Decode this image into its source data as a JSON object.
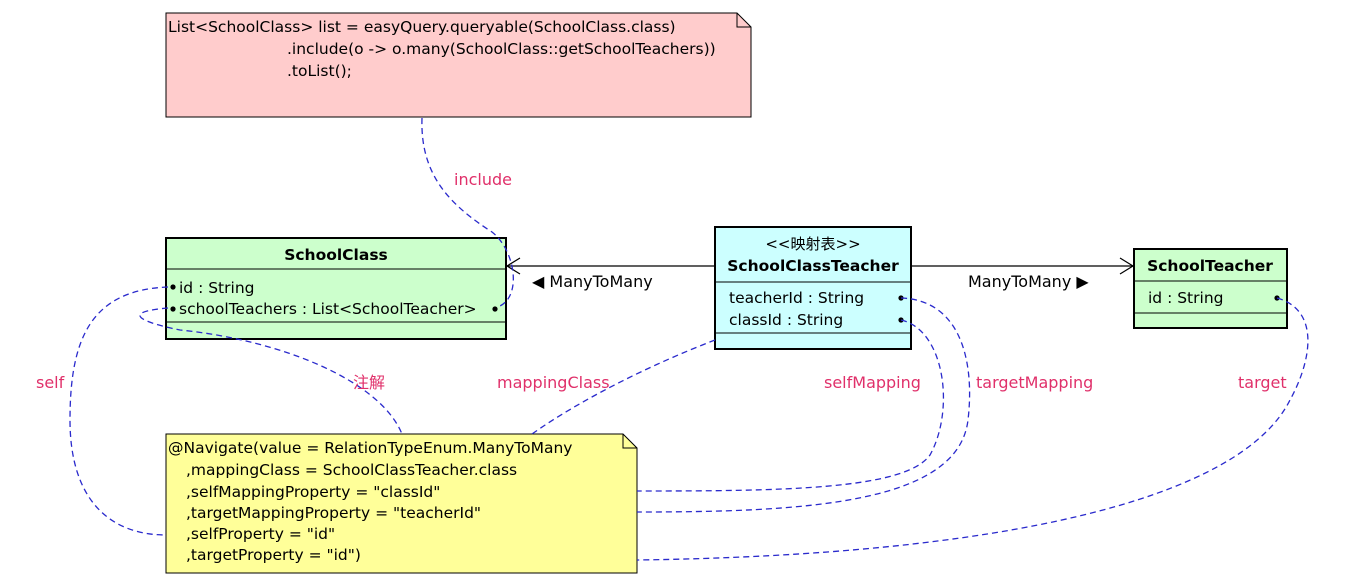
{
  "notes": {
    "query": {
      "lines": [
        "List<SchoolClass> list = easyQuery.queryable(SchoolClass.class)",
        ".include(o -> o.many(SchoolClass::getSchoolTeachers))",
        ".toList();"
      ],
      "fill": "#ffcccc"
    },
    "annotation": {
      "lines": [
        "@Navigate(value = RelationTypeEnum.ManyToMany",
        ",mappingClass = SchoolClassTeacher.class",
        ",selfMappingProperty = \"classId\"",
        ",targetMappingProperty = \"teacherId\"",
        ",selfProperty = \"id\"",
        ",targetProperty = \"id\")"
      ],
      "fill": "#ffff99"
    }
  },
  "classes": {
    "school_class": {
      "name": "SchoolClass",
      "attributes": [
        "id : String",
        "schoolTeachers : List<SchoolTeacher>"
      ],
      "fill": "#ccffcc"
    },
    "mapping": {
      "stereotype": "<<映射表>>",
      "name": "SchoolClassTeacher",
      "attributes": [
        "teacherId : String",
        "classId : String"
      ],
      "fill": "#ccffff"
    },
    "school_teacher": {
      "name": "SchoolTeacher",
      "attributes": [
        "id : String"
      ],
      "fill": "#ccffcc"
    }
  },
  "relations": {
    "left": "◀ ManyToMany",
    "right": "ManyToMany ▶"
  },
  "links": {
    "include": "include",
    "annotation": "注解",
    "self": "self",
    "mapping_class": "mappingClass",
    "self_mapping": "selfMapping",
    "target_mapping": "targetMapping",
    "target": "target"
  },
  "colors": {
    "label": "#e0306a",
    "dashed_link": "#2a2acc"
  }
}
